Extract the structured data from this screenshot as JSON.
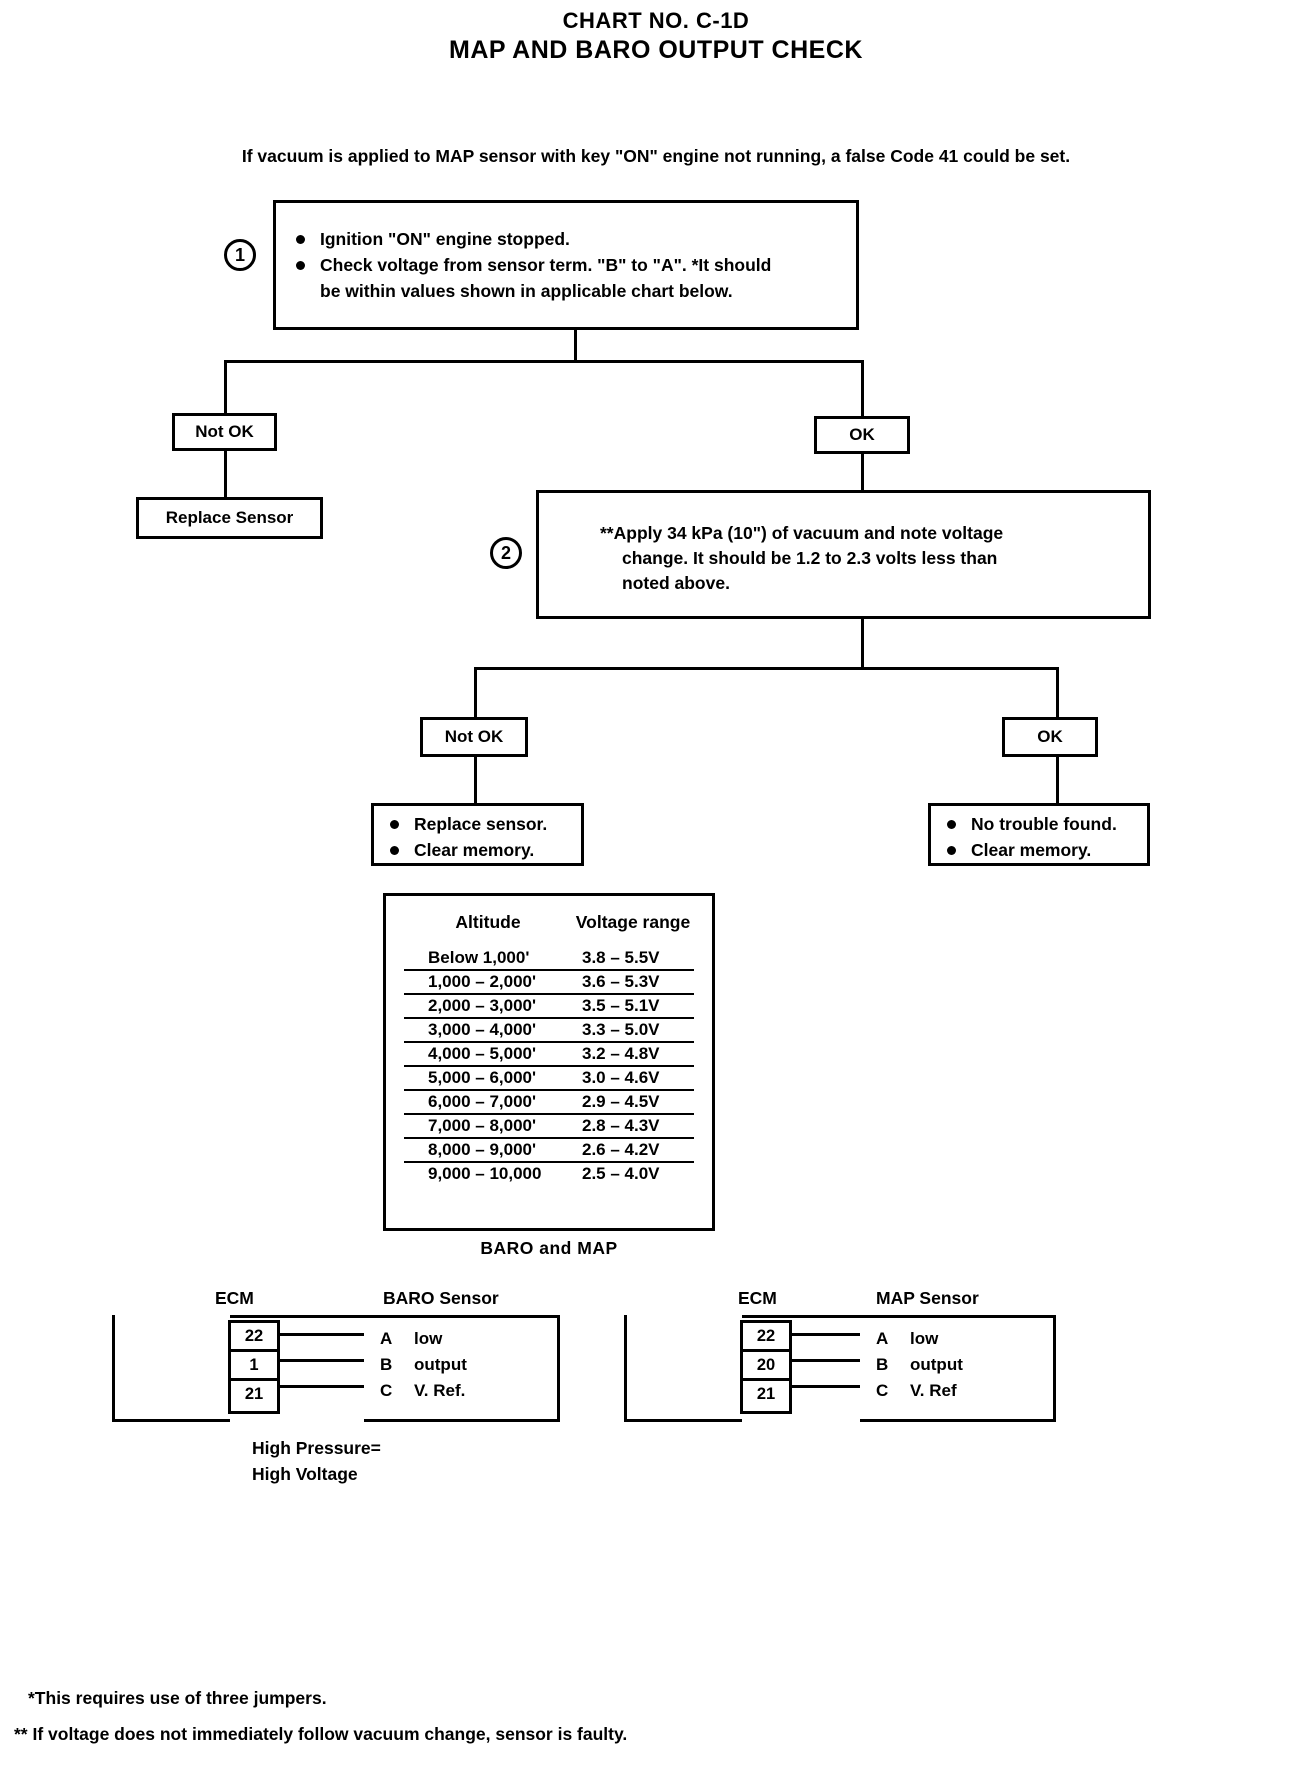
{
  "title": {
    "chart_no": "CHART NO. C-1D",
    "name": "MAP AND BARO OUTPUT CHECK"
  },
  "intro_note": "If vacuum is applied to MAP sensor with key \"ON\" engine not running, a false Code 41 could be set.",
  "steps": {
    "step1": {
      "number": "1",
      "lines": [
        "Ignition \"ON\" engine stopped.",
        "Check voltage from sensor term. \"B\" to \"A\". *It should",
        "be within values shown in applicable chart below."
      ]
    },
    "step2": {
      "number": "2",
      "lines": [
        "**Apply 34 kPa (10\") of vacuum and note voltage",
        "change. It should be 1.2 to 2.3 volts less than",
        "noted above."
      ]
    }
  },
  "branches": {
    "not_ok_1": "Not OK",
    "ok_1": "OK",
    "replace_sensor": "Replace Sensor",
    "not_ok_2": "Not OK",
    "ok_2": "OK",
    "not_ok_2_actions": [
      "Replace sensor.",
      "Clear memory."
    ],
    "ok_2_actions": [
      "No trouble found.",
      "Clear memory."
    ]
  },
  "chart_data": {
    "type": "table",
    "title": "BARO and MAP",
    "columns": [
      "Altitude",
      "Voltage range"
    ],
    "rows": [
      [
        "Below 1,000'",
        "3.8 – 5.5V"
      ],
      [
        "1,000 – 2,000'",
        "3.6 – 5.3V"
      ],
      [
        "2,000 – 3,000'",
        "3.5 – 5.1V"
      ],
      [
        "3,000 – 4,000'",
        "3.3 – 5.0V"
      ],
      [
        "4,000 – 5,000'",
        "3.2 – 4.8V"
      ],
      [
        "5,000 – 6,000'",
        "3.0 – 4.6V"
      ],
      [
        "6,000 – 7,000'",
        "2.9 – 4.5V"
      ],
      [
        "7,000 – 8,000'",
        "2.8 – 4.3V"
      ],
      [
        "8,000 – 9,000'",
        "2.6 – 4.2V"
      ],
      [
        "9,000 – 10,000",
        "2.5 – 4.0V"
      ]
    ]
  },
  "connectors": {
    "baro": {
      "ecm_label": "ECM",
      "sensor_label": "BARO Sensor",
      "pins": [
        "22",
        "1",
        "21"
      ],
      "terminals": [
        {
          "letter": "A",
          "name": "low"
        },
        {
          "letter": "B",
          "name": "output"
        },
        {
          "letter": "C",
          "name": "V. Ref."
        }
      ]
    },
    "map": {
      "ecm_label": "ECM",
      "sensor_label": "MAP Sensor",
      "pins": [
        "22",
        "20",
        "21"
      ],
      "terminals": [
        {
          "letter": "A",
          "name": "low"
        },
        {
          "letter": "B",
          "name": "output"
        },
        {
          "letter": "C",
          "name": "V. Ref"
        }
      ]
    },
    "pressure_note_line1": "High Pressure=",
    "pressure_note_line2": "High Voltage"
  },
  "footnotes": {
    "single_star": "*This requires use of three jumpers.",
    "double_star": "** If voltage does not immediately follow vacuum change, sensor is faulty."
  }
}
